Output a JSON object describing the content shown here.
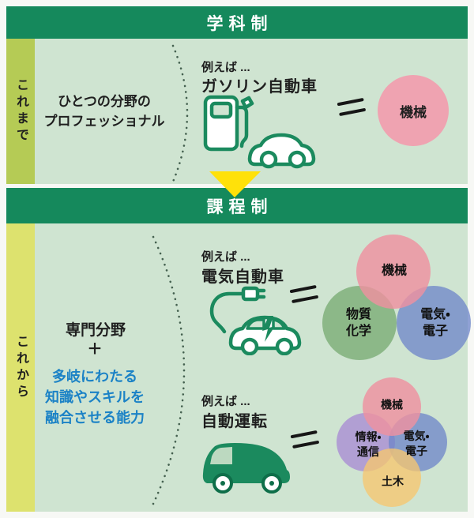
{
  "colors": {
    "header_green": "#15895c",
    "panel_green": "#cfe4d1",
    "sidebar_olive": "#b5cb55",
    "sidebar_yellow": "#dde26e",
    "arrow_yellow": "#ffe10a",
    "icon_green": "#1b8a5e",
    "ability_text_blue": "#1b82c6",
    "field_pink": "#efa3b1",
    "field_green": "#8fba8b",
    "field_blue": "#8399cf",
    "field_purple": "#b5a5d6",
    "field_yellow": "#f6d795"
  },
  "before": {
    "header": "学科制",
    "side_label": "これまで",
    "description_line1": "ひとつの分野の",
    "description_line2": "プロフェッショナル",
    "example": {
      "prefix": "例えば ...",
      "title": "ガソリン自動車",
      "icon": "gas-pump-and-car",
      "equals": "=",
      "field": "機械"
    }
  },
  "after": {
    "header": "課程制",
    "side_label": "これから",
    "formula": {
      "base": "専門分野",
      "plus": "+",
      "ability_line1": "多岐にわたる",
      "ability_line2": "知識やスキルを",
      "ability_line3": "融合させる能力"
    },
    "examples": [
      {
        "prefix": "例えば ...",
        "title": "電気自動車",
        "icon": "electric-car",
        "equals": "=",
        "fields": [
          {
            "label": "機械",
            "color": "#efa3b1"
          },
          {
            "label": "物質\n化学",
            "color": "#8fba8b"
          },
          {
            "label": "電気・\n電子",
            "color": "#8399cf"
          }
        ]
      },
      {
        "prefix": "例えば ...",
        "title": "自動運転",
        "icon": "autonomous-car",
        "equals": "=",
        "fields": [
          {
            "label": "機械",
            "color": "#efa3b1"
          },
          {
            "label": "情報・\n通信",
            "color": "#b5a5d6"
          },
          {
            "label": "電気・\n電子",
            "color": "#8399cf"
          },
          {
            "label": "土木",
            "color": "#f6d795"
          }
        ]
      }
    ]
  }
}
